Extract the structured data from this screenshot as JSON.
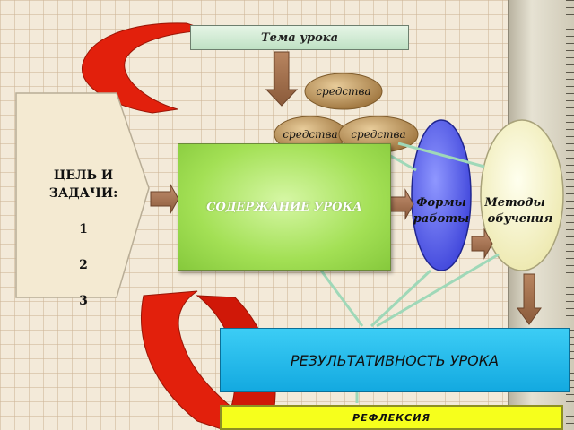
{
  "topic": "Тема урока",
  "goal": {
    "title": "ЦЕЛЬ И ЗАДАЧИ:",
    "items": [
      "1",
      "2",
      "3"
    ]
  },
  "means": [
    "средства",
    "средства",
    "средства"
  ],
  "content": "СОДЕРЖАНИЕ УРОКА",
  "forms": {
    "line1": "Формы",
    "line2": "работы"
  },
  "methods": {
    "line1": "Методы",
    "line2": "обучения"
  },
  "result": "РЕЗУЛЬТАТИВНОСТЬ УРОКА",
  "reflection": "РЕФЛЕКСИЯ",
  "colors": {
    "swoosh": "#e2200c",
    "means_ellipse": "#b38a4e",
    "forms_ellipse": "#5b63ee",
    "methods_ellipse": "#f8f6c8",
    "content_box": "#a3e055",
    "result_box": "#1ab4e8",
    "reflection_box": "#f6ff1c",
    "connector": "#9fd8b8"
  }
}
